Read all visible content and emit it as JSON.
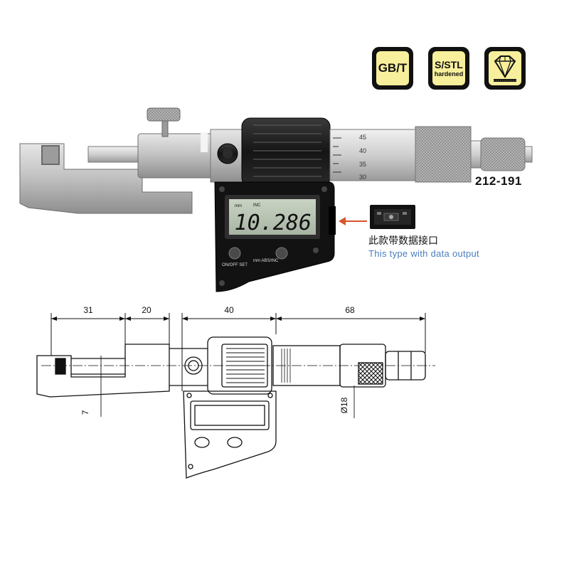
{
  "badges": {
    "standard": "GB/T",
    "material_top": "S/STL",
    "material_bottom": "hardened",
    "diamond_icon": "diamond-icon"
  },
  "product": {
    "model_number": "212-191",
    "display_reading": "10.286",
    "display_mm": "mm",
    "display_inc": "INC",
    "button_left_label": "ON/OFF SET",
    "button_right_label": "mm ABS/INC",
    "thimble_marks": [
      "45",
      "40",
      "35",
      "30"
    ]
  },
  "data_output": {
    "caption_cn": "此款带数据接口",
    "caption_en": "This type with data output"
  },
  "drawing": {
    "dim_31": "31",
    "dim_20": "20",
    "dim_40": "40",
    "dim_68": "68",
    "dim_7": "7",
    "dim_diameter": "Ø18"
  },
  "colors": {
    "badge_fill": "#f7ef9b",
    "caption_blue": "#4a7dbf",
    "arrow": "#d9532b"
  }
}
